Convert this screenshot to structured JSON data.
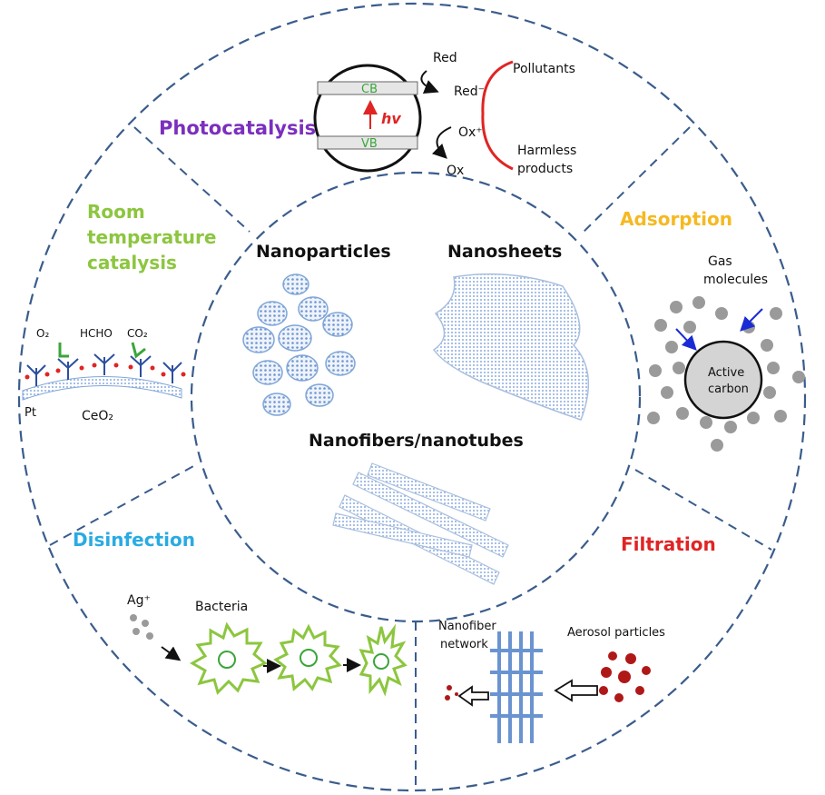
{
  "center": {
    "nanoparticles": "Nanoparticles",
    "nanosheets": "Nanosheets",
    "nanofibers": "Nanofibers/nanotubes"
  },
  "photocatalysis": {
    "title": "Photocatalysis",
    "cb": "CB",
    "vb": "VB",
    "hv": "hv",
    "red": "Red",
    "red_minus": "Red⁻",
    "ox_plus": "Ox⁺",
    "ox": "Ox",
    "pollutants": "Pollutants",
    "harmless_1": "Harmless",
    "harmless_2": "products"
  },
  "room_temp": {
    "title_1": "Room",
    "title_2": "temperature",
    "title_3": "catalysis",
    "o2": "O₂",
    "hcho": "HCHO",
    "co2": "CO₂",
    "pt": "Pt",
    "ceo2": "CeO₂"
  },
  "adsorption": {
    "title": "Adsorption",
    "gas_1": "Gas",
    "gas_2": "molecules",
    "active_1": "Active",
    "active_2": "carbon"
  },
  "disinfection": {
    "title": "Disinfection",
    "ag": "Ag⁺",
    "bacteria": "Bacteria"
  },
  "filtration": {
    "title": "Filtration",
    "network_1": "Nanofiber",
    "network_2": "network",
    "aerosol": "Aerosol particles"
  },
  "colors": {
    "photocatalysis": "#7b2fbe",
    "room_temp": "#8cc63f",
    "adsorption": "#f5b921",
    "disinfection": "#29abe2",
    "filtration": "#e02424",
    "dash": "#3a5c8c",
    "nano": "#7fa6d8"
  }
}
